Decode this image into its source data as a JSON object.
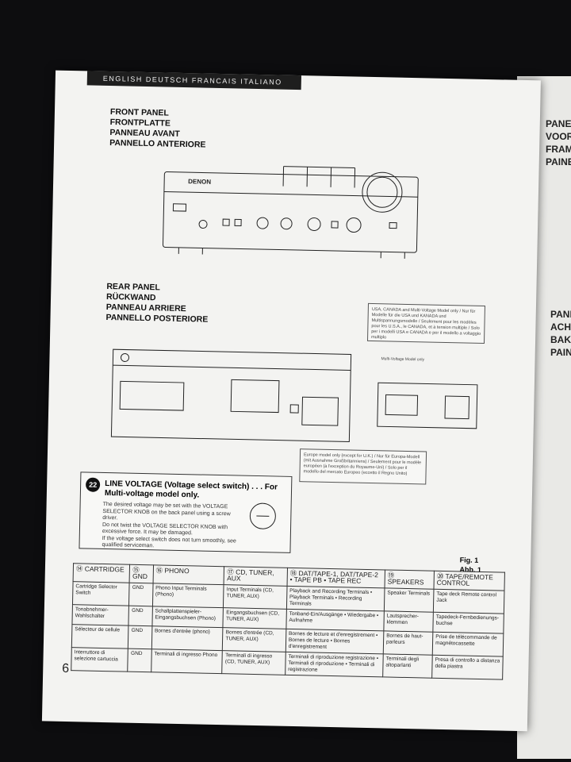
{
  "header": {
    "languages": "ENGLISH  DEUTSCH  FRANCAIS  ITALIANO"
  },
  "front_panel": {
    "titles": [
      "FRONT PANEL",
      "FRONTPLATTE",
      "PANNEAU AVANT",
      "PANNELLO ANTERIORE"
    ],
    "brand": "DENON"
  },
  "rear_panel": {
    "titles": [
      "REAR PANEL",
      "RÜCKWAND",
      "PANNEAU ARRIERE",
      "PANNELLO POSTERIORE"
    ]
  },
  "note_boxes": {
    "multi_voltage": "USA, CANADA and Multi-Voltage Model only / Nur für Modelle für die USA und KANADA und Multispannungsmodelle / Seulement pour les modèles pour les U.S.A., le CANADA, et à tension multiple / Solo per i modelli USA e CANADA e per il modello a voltaggio multiplo",
    "multi_voltage_label": "Multi-Voltage Model only",
    "europe": "Europe model only (except for U.K.) / Nur für Europa-Modell (mit Ausnahme Großbritanniens) / Seulement pour le modèle européen (à l'exception du Royaume-Uni) / Solo per il modello del mercato Europeo (eccetto il Regno Unito)"
  },
  "line_voltage": {
    "number": "22",
    "title": "LINE VOLTAGE (Voltage select switch) . . . For Multi-voltage model only.",
    "bullets": [
      "The desired voltage may be set with the VOLTAGE SELECTOR KNOB on the back panel using a screw driver.",
      "Do not twist the VOLTAGE SELECTOR KNOB with excessive force. It may be damaged.",
      "If the voltage select switch does not turn smoothly, see qualified serviceman."
    ]
  },
  "figure": {
    "caption1": "Fig. 1",
    "caption2": "Abb. 1"
  },
  "table": {
    "headers": [
      "⑭ CARTRIDGE",
      "⑮ GND",
      "⑯ PHONO",
      "⑰ CD, TUNER, AUX",
      "⑱ DAT/TAPE-1, DAT/TAPE-2 • TAPE PB • TAPE REC",
      "⑲ SPEAKERS",
      "⑳ TAPE/REMOTE CONTROL"
    ],
    "rows": [
      [
        "Cartridge Selector Switch",
        "GND",
        "Phono Input Terminals (Phono)",
        "Input Terminals (CD, TUNER, AUX)",
        "Playback and Recording Terminals • Playback Terminals • Recording Terminals",
        "Speaker Terminals",
        "Tape deck Remote control Jack"
      ],
      [
        "Tonabnehmer-Wahlschalter",
        "GND",
        "Schallplattenspieler-Eingangsbuchsen (Phono)",
        "Eingangsbuchsen (CD, TUNER, AUX)",
        "Tonband-Ein/Ausgänge • Wiedergabe • Aufnahme",
        "Lautsprecher-klemmen",
        "Tapedeck-Fernbedienungs-buchse"
      ],
      [
        "Sélecteur de cellule",
        "GND",
        "Bornes d'entrée (phono)",
        "Bornes d'entrée (CD, TUNER, AUX)",
        "Bornes de lecture et d'enregistrement • Bornes de lecture • Bornes d'enregistrement",
        "Bornes de haut-parleurs",
        "Prise de télécommande de magnétocassette"
      ],
      [
        "Interruttore di selezione cartuccia",
        "GND",
        "Terminali di ingresso Phono",
        "Terminali di ingresso (CD, TUNER, AUX)",
        "Terminali di riproduzione registrazione • Terminali di riproduzione • Terminali di registrazione",
        "Terminali degli altoparlanti",
        "Presa di controllo a distanza della piastra"
      ]
    ]
  },
  "page_number": "6",
  "right_page": {
    "group1": [
      "PANEL",
      "VOOR",
      "FRAM",
      "PAINE"
    ],
    "group2": [
      "PANE",
      "ACHT",
      "BAKS",
      "PAIN"
    ]
  }
}
